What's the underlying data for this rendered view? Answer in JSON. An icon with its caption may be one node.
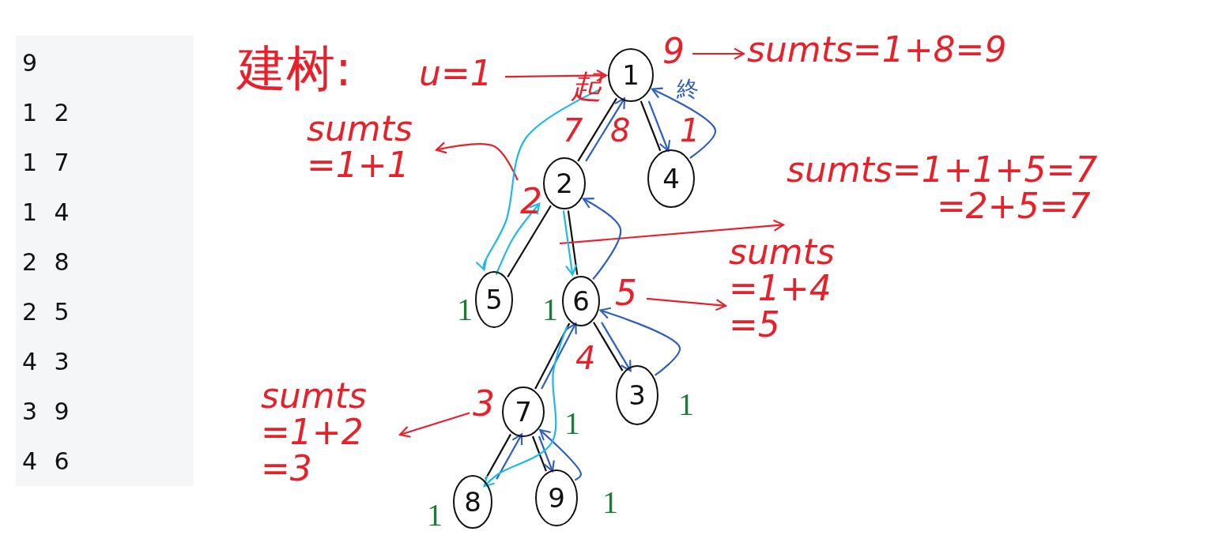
{
  "diagram": {
    "nodes": [
      {
        "text": [
          "1"
        ]
      },
      {
        "text": [
          "2"
        ]
      },
      {
        "text": [
          "4"
        ]
      },
      {
        "text": [
          "5"
        ]
      },
      {
        "text": [
          "6"
        ]
      },
      {
        "text": [
          "3"
        ]
      },
      {
        "text": [
          "7"
        ]
      },
      {
        "text": [
          "8"
        ]
      },
      {
        "text": [
          "9"
        ]
      },
      {
        "text": [
          "u=1"
        ]
      },
      {
        "text": [
          "9"
        ]
      },
      {
        "text": [
          "sumts=1+8=9"
        ]
      },
      {
        "text": [
          "sumts =1+1"
        ]
      },
      {
        "text": [
          "2"
        ]
      },
      {
        "text": [
          "sumts=1+1+5=7",
          "=2+5=7"
        ]
      },
      {
        "text": [
          "5"
        ]
      },
      {
        "text": [
          "sumts =1+4 =5"
        ]
      },
      {
        "text": [
          "3"
        ]
      },
      {
        "text": [
          "sumts =1+2 =3"
        ]
      }
    ],
    "edges": [
      {
        "from": 0,
        "to": 1,
        "arrow": "none",
        "color": "#111111"
      },
      {
        "from": 0,
        "to": 2,
        "arrow": "none",
        "color": "#111111"
      },
      {
        "from": 1,
        "to": 3,
        "arrow": "none",
        "color": "#111111"
      },
      {
        "from": 1,
        "to": 4,
        "arrow": "none",
        "color": "#111111"
      },
      {
        "from": 4,
        "to": 6,
        "arrow": "none",
        "color": "#111111"
      },
      {
        "from": 4,
        "to": 5,
        "arrow": "none",
        "color": "#111111"
      },
      {
        "from": 6,
        "to": 7,
        "arrow": "none",
        "color": "#111111"
      },
      {
        "from": 6,
        "to": 8,
        "arrow": "none",
        "color": "#111111"
      },
      {
        "from": 9,
        "to": 0,
        "arrow": "to",
        "color": "#e8202a"
      },
      {
        "from": 10,
        "to": 11,
        "arrow": "to",
        "color": "#e8202a"
      },
      {
        "from": 13,
        "to": 12,
        "arrow": "to",
        "color": "#e8202a"
      },
      {
        "from": null,
        "to": 14,
        "arrow": "to",
        "color": "#e8202a"
      },
      {
        "from": 15,
        "to": 16,
        "arrow": "to",
        "color": "#e8202a"
      },
      {
        "from": 17,
        "to": 18,
        "arrow": "to",
        "color": "#e8202a"
      },
      {
        "from": 0,
        "to": 2,
        "arrow": "to",
        "color": "#2f5fbf"
      },
      {
        "from": 2,
        "to": 0,
        "arrow": "to",
        "color": "#2f5fbf"
      },
      {
        "from": 1,
        "to": 0,
        "arrow": "to",
        "color": "#2f5fbf"
      },
      {
        "from": 4,
        "to": 1,
        "arrow": "to",
        "color": "#2f5fbf"
      },
      {
        "from": 6,
        "to": 4,
        "arrow": "to",
        "color": "#2f5fbf"
      },
      {
        "from": 4,
        "to": 5,
        "arrow": "to",
        "color": "#2f5fbf"
      },
      {
        "from": 5,
        "to": 4,
        "arrow": "to",
        "color": "#2f5fbf"
      },
      {
        "from": 7,
        "to": 6,
        "arrow": "to",
        "color": "#2f5fbf"
      },
      {
        "from": 6,
        "to": 8,
        "arrow": "to",
        "color": "#2f5fbf"
      },
      {
        "from": 8,
        "to": 6,
        "arrow": "to",
        "color": "#2f5fbf"
      },
      {
        "from": 0,
        "to": 3,
        "arrow": "to",
        "color": "#1fb8ec"
      },
      {
        "from": 3,
        "to": 1,
        "arrow": "to",
        "color": "#1fb8ec"
      },
      {
        "from": 1,
        "to": 4,
        "arrow": "to",
        "color": "#1fb8ec"
      },
      {
        "from": 4,
        "to": 7,
        "arrow": "to",
        "color": "#1fb8ec"
      }
    ],
    "labels": [
      "9",
      "1 2",
      "1 7",
      "1 4",
      "2 8",
      "2 5",
      "4 3",
      "3 9",
      "4 6",
      "建树:",
      "起",
      "終",
      "7",
      "8",
      "1",
      "4",
      "1",
      "1",
      "1",
      "1",
      "1",
      "1"
    ]
  }
}
